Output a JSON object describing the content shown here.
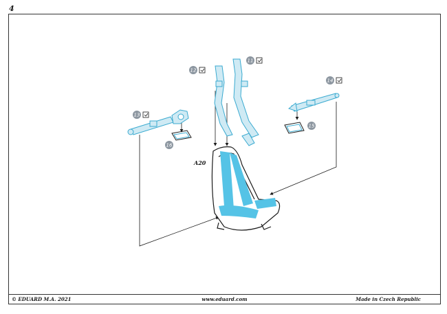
{
  "page": {
    "number": "4"
  },
  "footer": {
    "copyright": "© EDUARD  M.A. 2021",
    "website": "www.eduard.com",
    "origin": "Made in Czech Republic"
  },
  "callouts": {
    "c11": "11",
    "c12": "12",
    "c13": "13",
    "c14": "14",
    "c15": "15",
    "c16": "16"
  },
  "part_label": "A20",
  "colors": {
    "callout_fill": "#8c96a0",
    "belt_fill": "#cfeaf4",
    "belt_stroke": "#3aaad0",
    "seat_stripe": "#55c3e6",
    "line": "#1a1a1a"
  }
}
